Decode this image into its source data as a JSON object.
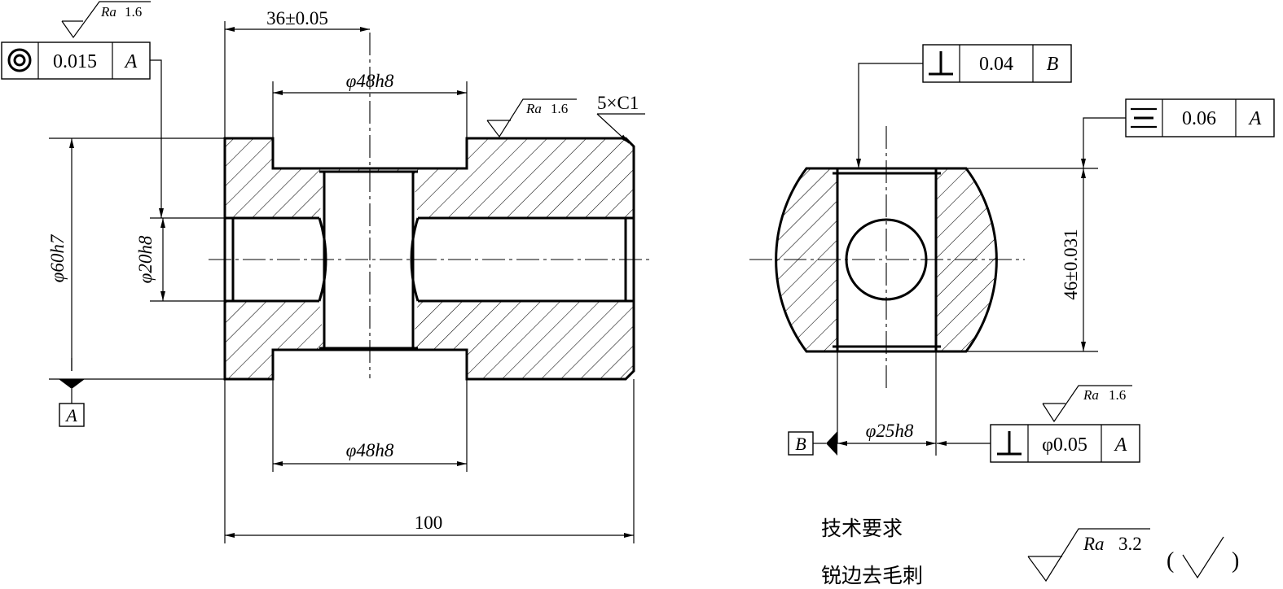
{
  "left_view": {
    "dim_offset": "36±0.05",
    "dim_top_groove": "φ48h8",
    "dim_bottom_groove": "φ48h8",
    "dim_length": "100",
    "dim_outer_dia": "φ60h7",
    "dim_bore": "φ20h8",
    "chamfer": "5×C1",
    "rough_top": {
      "ra": "Ra",
      "value": "1.6"
    },
    "rough_groove": {
      "ra": "Ra",
      "value": "1.6"
    },
    "fcf_concentricity": {
      "symbol": "concentricity",
      "tolerance": "0.015",
      "datum": "A"
    },
    "datum_label": "A"
  },
  "right_view": {
    "fcf_perp_top": {
      "symbol": "perpendicularity",
      "tolerance": "0.04",
      "datum": "B"
    },
    "fcf_symmetry": {
      "symbol": "symmetry",
      "tolerance": "0.06",
      "datum": "A"
    },
    "dim_height": "46±0.031",
    "dim_slot": "φ25h8",
    "rough": {
      "ra": "Ra",
      "value": "1.6"
    },
    "fcf_perp_bottom": {
      "symbol": "perpendicularity",
      "tolerance": "φ0.05",
      "datum": "A"
    },
    "datum_label": "B"
  },
  "notes": {
    "heading": "技术要求",
    "item": "锐边去毛刺",
    "general_rough": {
      "ra": "Ra",
      "value": "3.2"
    },
    "bracket_open": "(",
    "bracket_close": ")"
  },
  "colors": {
    "ink": "#000000",
    "paper": "#ffffff"
  }
}
